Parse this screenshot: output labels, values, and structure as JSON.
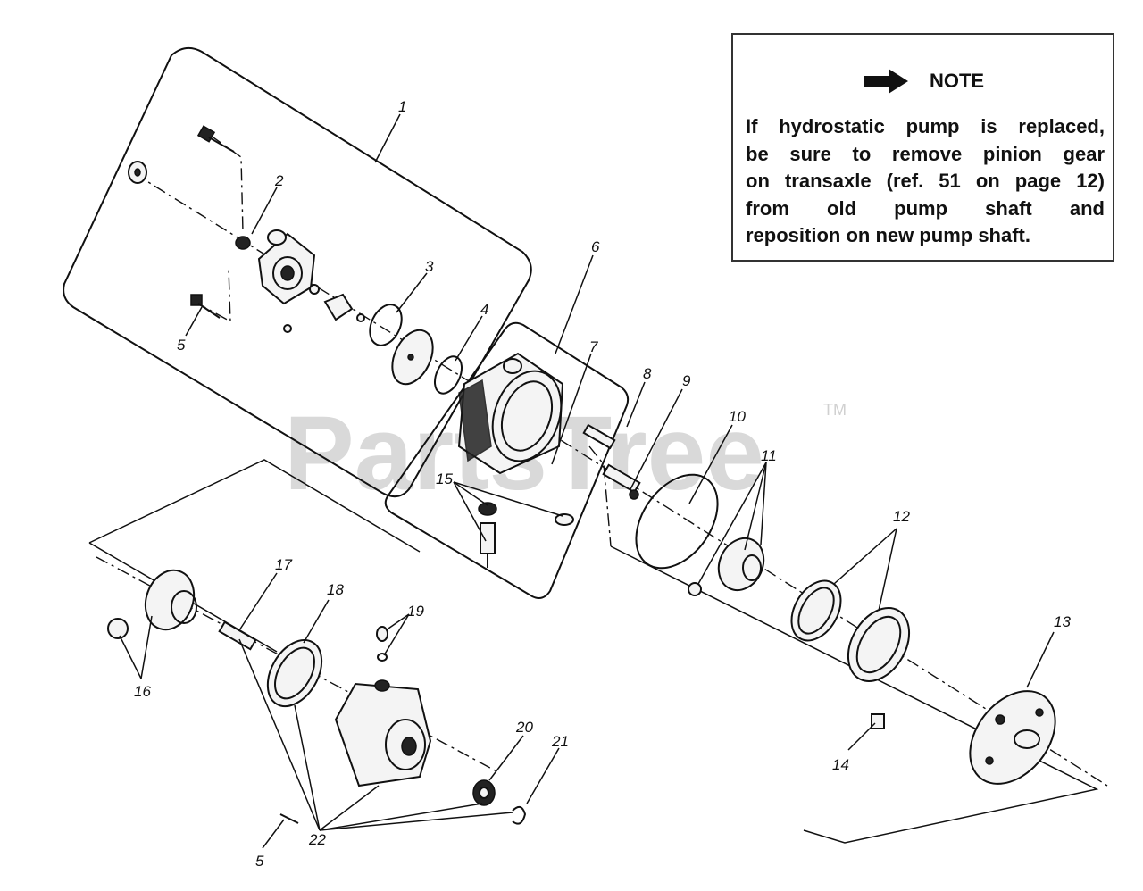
{
  "watermark": {
    "text": "PartsTree",
    "trademark": "TM"
  },
  "note": {
    "title": "NOTE",
    "lines": [
      "If hydrostatic pump is replaced,",
      "be sure to remove pinion gear",
      "on transaxle (ref. 51 on page 12)",
      "from old pump shaft and",
      "reposition on new pump shaft."
    ],
    "arrow_icon": "right-arrow-icon"
  },
  "callouts": {
    "c1": "1",
    "c2": "2",
    "c3": "3",
    "c4": "4",
    "c5a": "5",
    "c5b": "5",
    "c6": "6",
    "c7": "7",
    "c8": "8",
    "c9": "9",
    "c10": "10",
    "c11": "11",
    "c12": "12",
    "c13": "13",
    "c14": "14",
    "c15": "15",
    "c16": "16",
    "c17": "17",
    "c18": "18",
    "c19": "19",
    "c20": "20",
    "c21": "21",
    "c22": "22"
  }
}
